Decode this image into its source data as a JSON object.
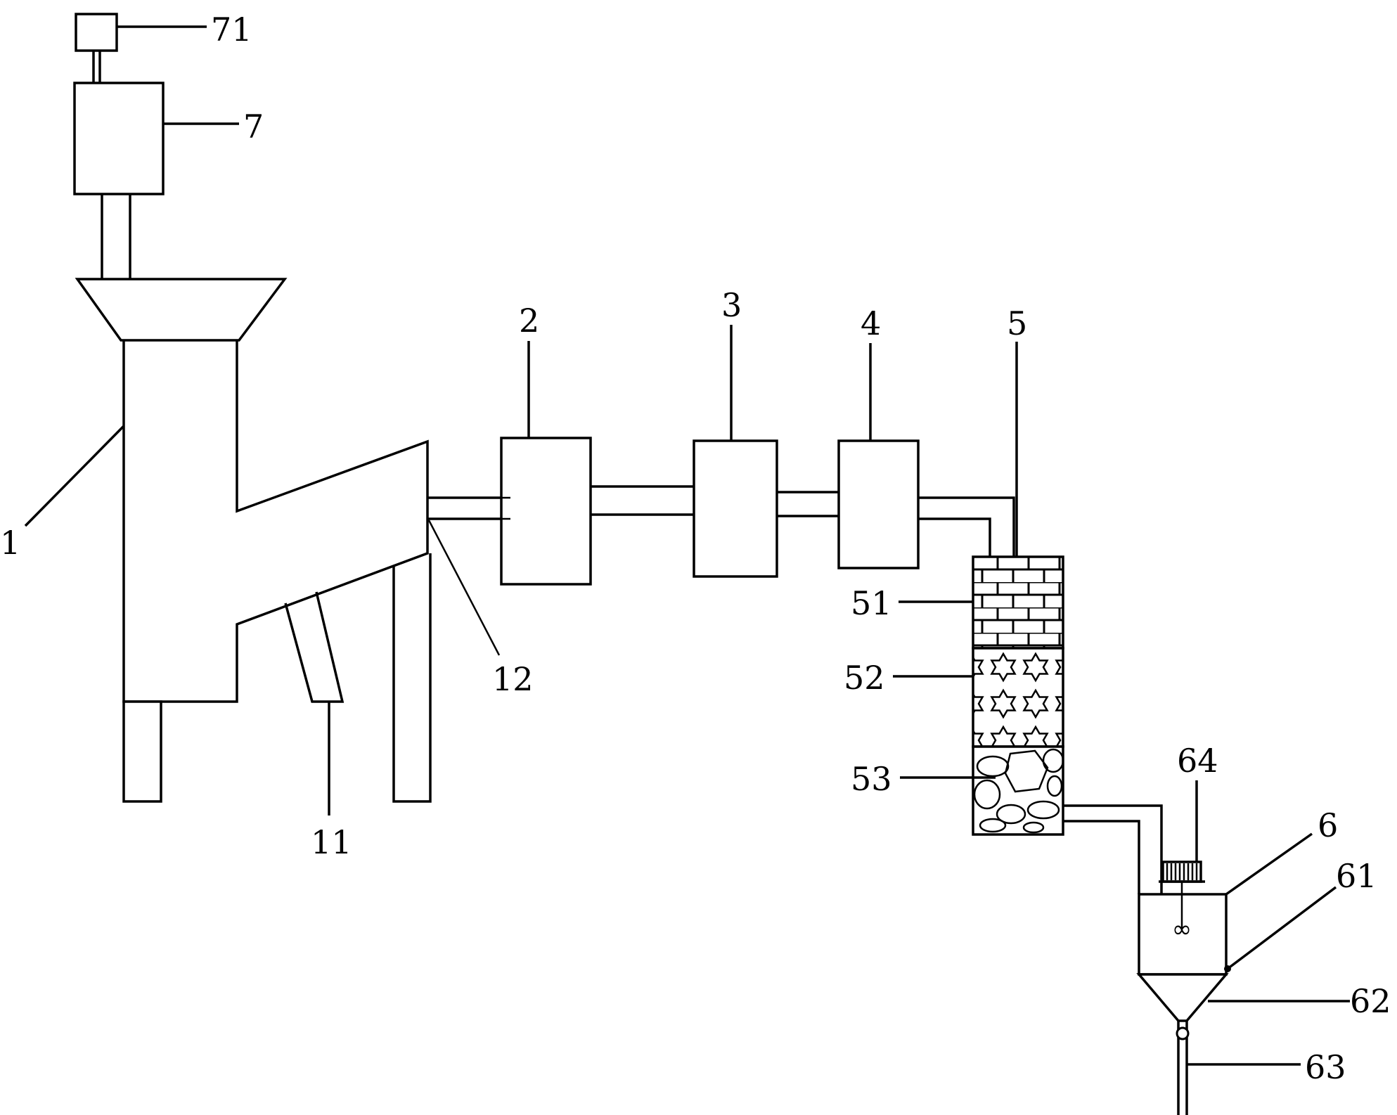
{
  "labels": {
    "l1": "1",
    "l2": "2",
    "l3": "3",
    "l4": "4",
    "l5": "5",
    "l6": "6",
    "l7": "7",
    "l11": "11",
    "l12": "12",
    "l51": "51",
    "l52": "52",
    "l53": "53",
    "l61": "61",
    "l62": "62",
    "l63": "63",
    "l64": "64",
    "l71": "71"
  }
}
